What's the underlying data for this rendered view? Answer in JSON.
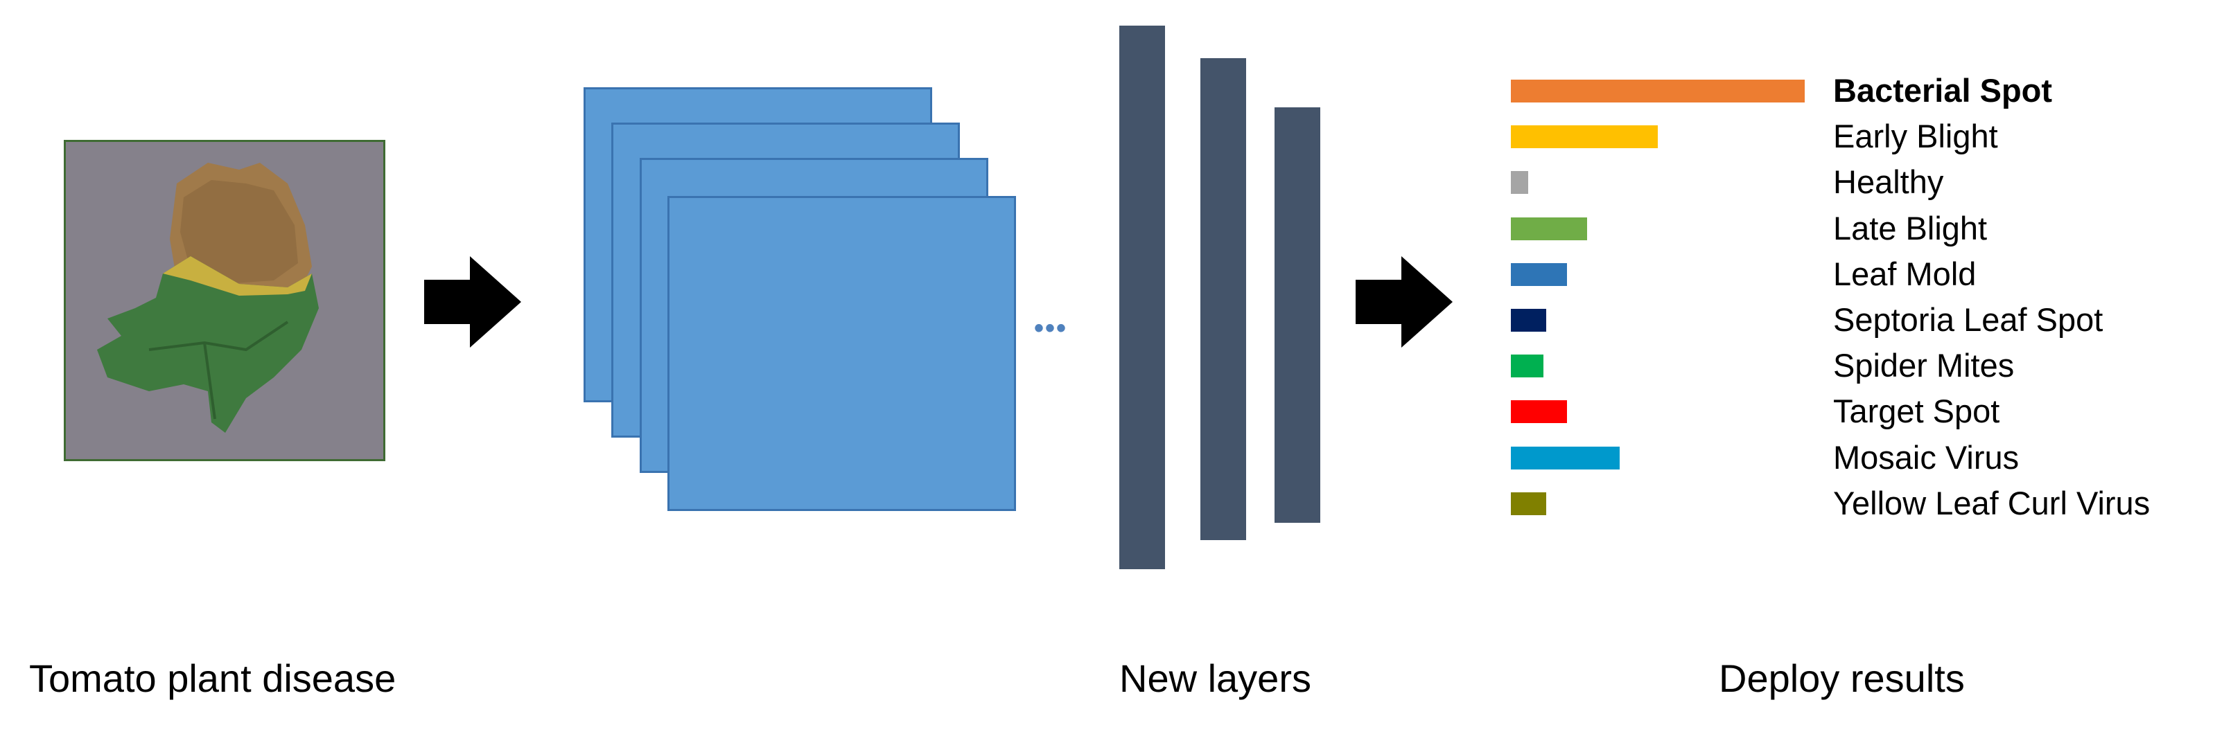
{
  "captions": {
    "input": "Tomato plant disease",
    "layers": "New layers",
    "results": "Deploy results"
  },
  "ellipsis": "•••",
  "icons": {
    "arrow_1": "right-arrow-icon",
    "arrow_2": "right-arrow-icon",
    "input": "tomato-leaf-image"
  },
  "colors": {
    "conv_fill": "#5b9bd5",
    "layer_fill": "#44546a"
  },
  "chart_data": {
    "type": "bar",
    "orientation": "horizontal",
    "categories": [
      "Bacterial Spot",
      "Early Blight",
      "Healthy",
      "Late Blight",
      "Leaf Mold",
      "Septoria Leaf Spot",
      "Spider Mites",
      "Target Spot",
      "Mosaic Virus",
      "Yellow Leaf Curl Virus"
    ],
    "values": [
      1.0,
      0.5,
      0.06,
      0.26,
      0.19,
      0.12,
      0.11,
      0.19,
      0.37,
      0.12
    ],
    "colors": [
      "#ed7d31",
      "#ffc000",
      "#a5a5a5",
      "#70ad47",
      "#2e75b6",
      "#002060",
      "#00b050",
      "#ff0000",
      "#0099cc",
      "#808000"
    ],
    "highlighted": "Bacterial Spot",
    "title": "",
    "xlabel": "",
    "ylabel": ""
  }
}
